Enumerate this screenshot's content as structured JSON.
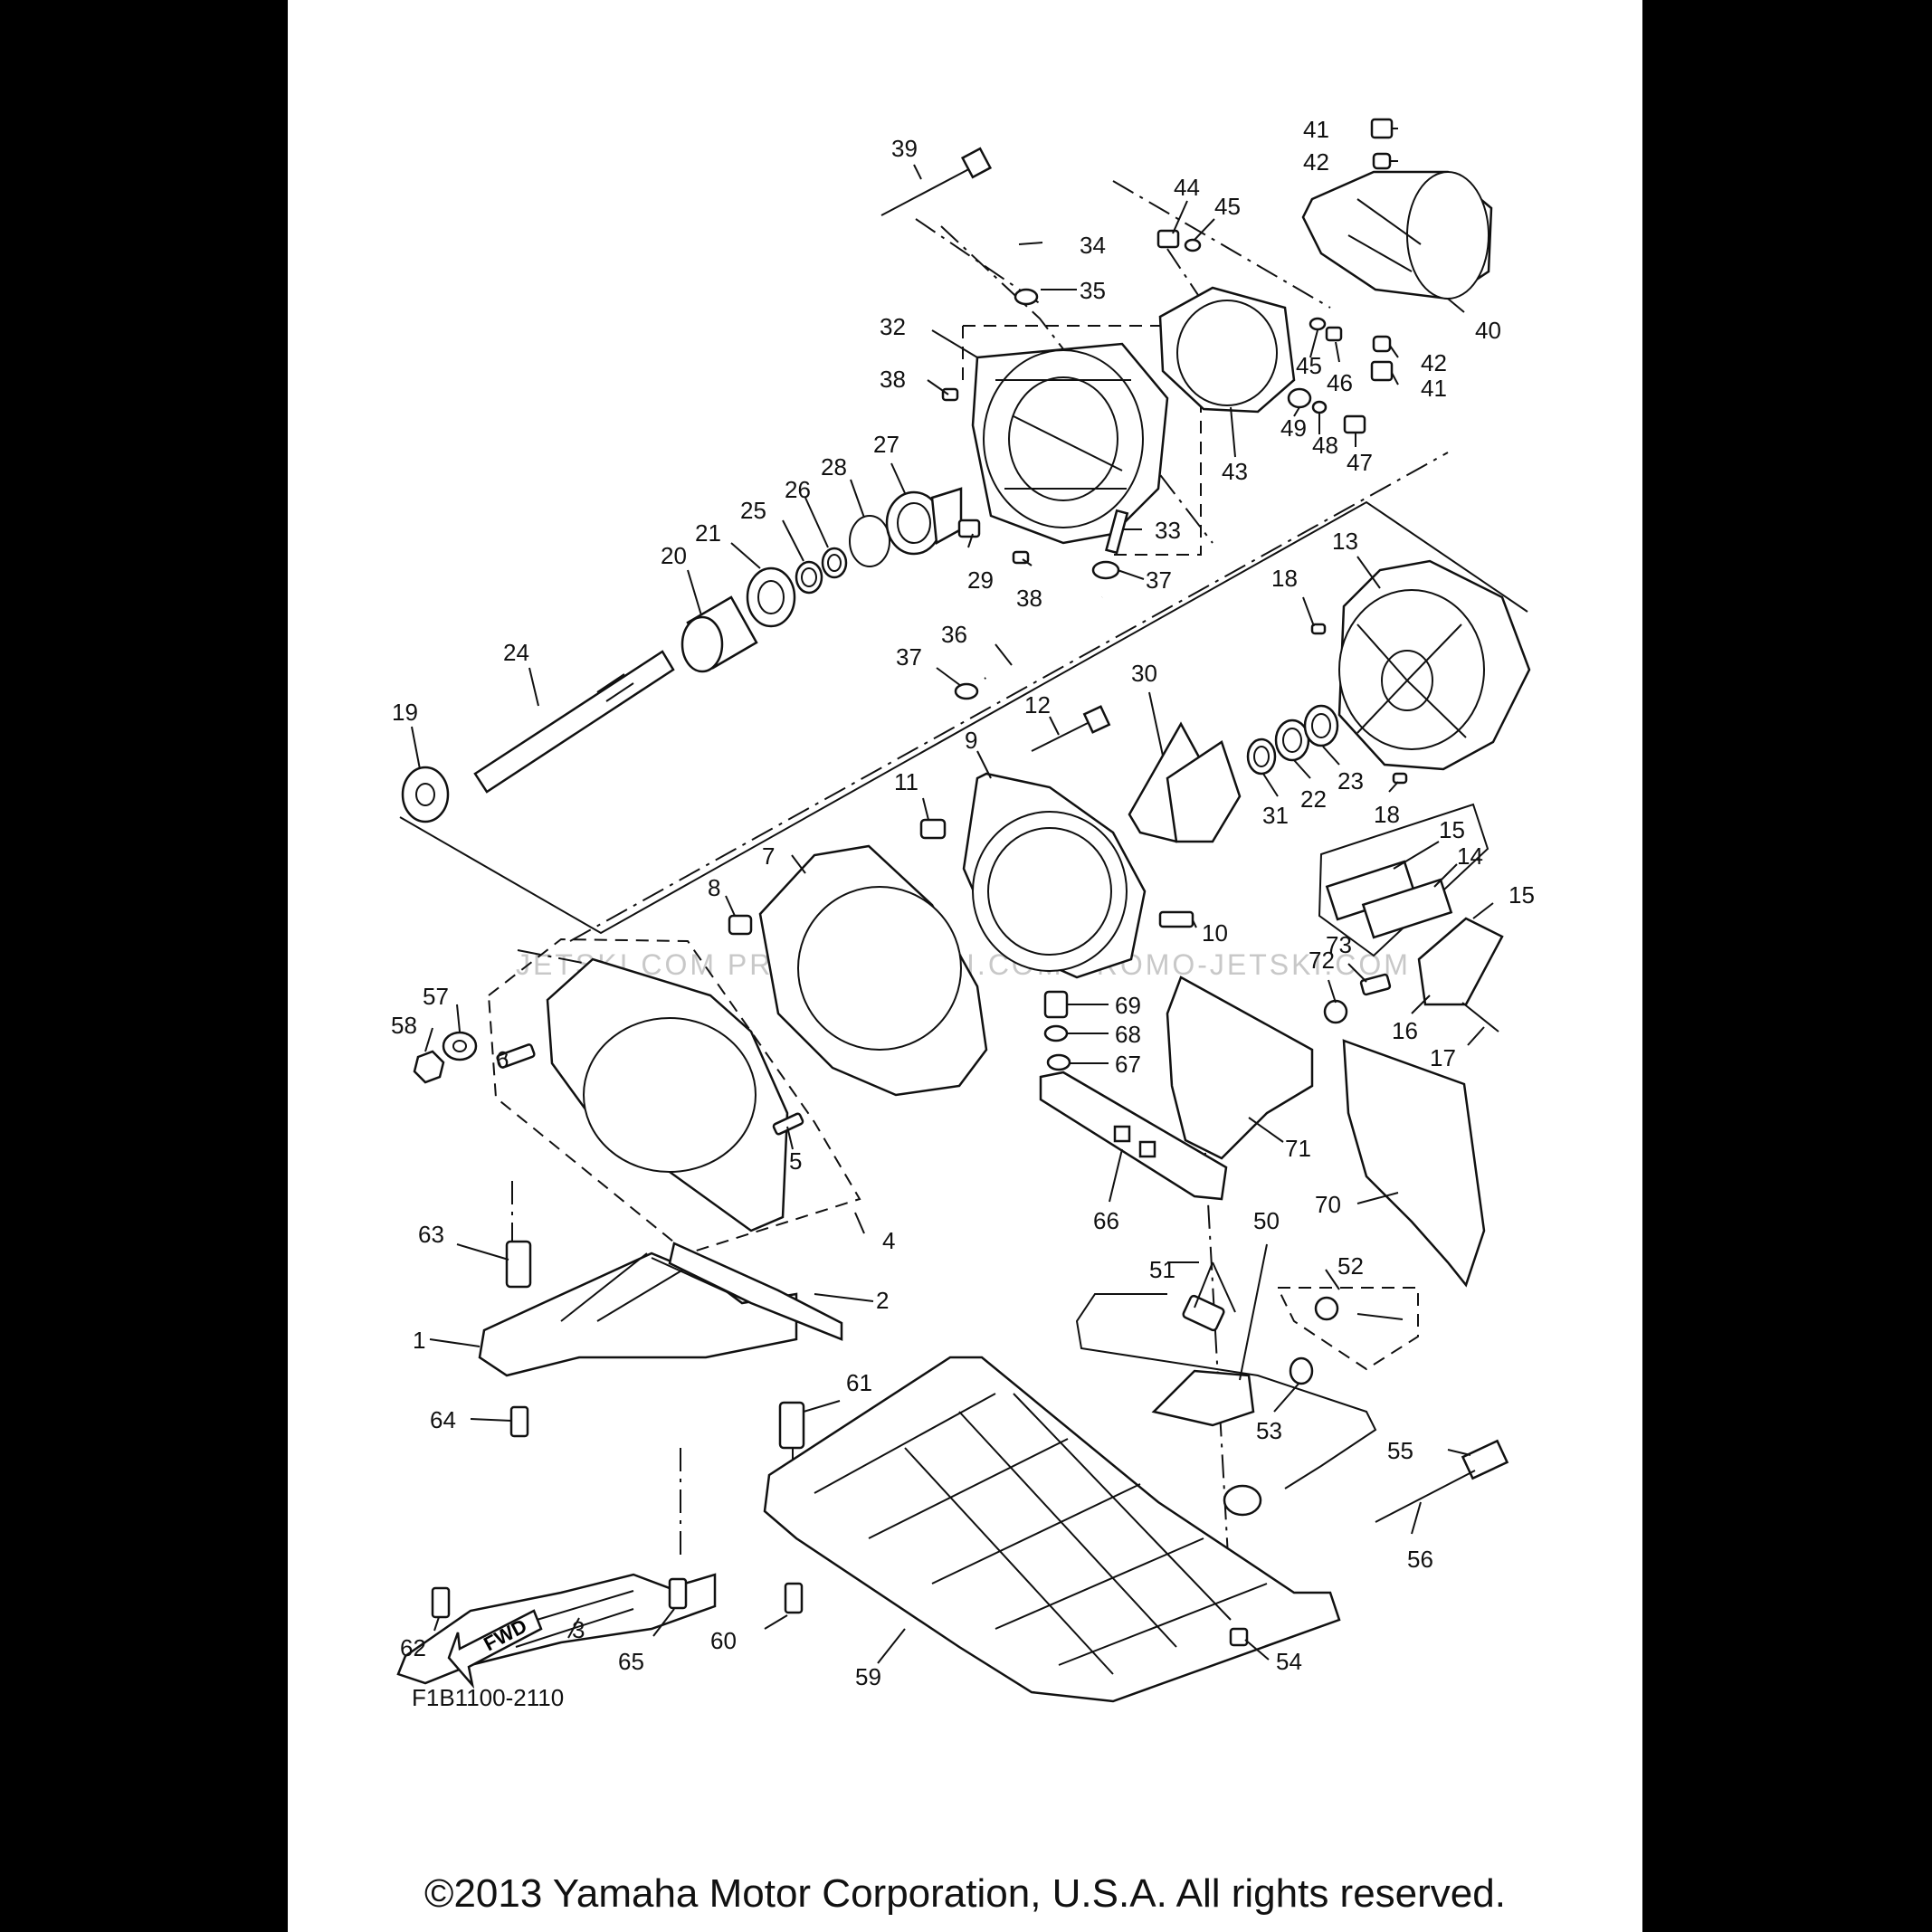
{
  "diagram": {
    "code": "F1B1100-2110",
    "copyright": "©2013 Yamaha Motor Corporation, U.S.A. All rights reserved.",
    "fwd_label": "FWD",
    "watermark": "JETSKI.COM   PROMO-JETSKI.COM   PROMO-JETSKI.COM"
  },
  "callouts": [
    {
      "id": "39",
      "text": "39"
    },
    {
      "id": "34",
      "text": "34"
    },
    {
      "id": "35",
      "text": "35"
    },
    {
      "id": "32",
      "text": "32"
    },
    {
      "id": "38a",
      "text": "38"
    },
    {
      "id": "27",
      "text": "27"
    },
    {
      "id": "28",
      "text": "28"
    },
    {
      "id": "26",
      "text": "26"
    },
    {
      "id": "25",
      "text": "25"
    },
    {
      "id": "21",
      "text": "21"
    },
    {
      "id": "20",
      "text": "20"
    },
    {
      "id": "29",
      "text": "29"
    },
    {
      "id": "38b",
      "text": "38"
    },
    {
      "id": "33",
      "text": "33"
    },
    {
      "id": "37a",
      "text": "37"
    },
    {
      "id": "44",
      "text": "44"
    },
    {
      "id": "45a",
      "text": "45"
    },
    {
      "id": "45b",
      "text": "45"
    },
    {
      "id": "46",
      "text": "46"
    },
    {
      "id": "43",
      "text": "43"
    },
    {
      "id": "49",
      "text": "49"
    },
    {
      "id": "48",
      "text": "48"
    },
    {
      "id": "47",
      "text": "47"
    },
    {
      "id": "41a",
      "text": "41"
    },
    {
      "id": "42a",
      "text": "42"
    },
    {
      "id": "40",
      "text": "40"
    },
    {
      "id": "42b",
      "text": "42"
    },
    {
      "id": "41b",
      "text": "41"
    },
    {
      "id": "13",
      "text": "13"
    },
    {
      "id": "18a",
      "text": "18"
    },
    {
      "id": "18b",
      "text": "18"
    },
    {
      "id": "24",
      "text": "24"
    },
    {
      "id": "19",
      "text": "19"
    },
    {
      "id": "36",
      "text": "36"
    },
    {
      "id": "37b",
      "text": "37"
    },
    {
      "id": "30",
      "text": "30"
    },
    {
      "id": "12",
      "text": "12"
    },
    {
      "id": "9",
      "text": "9"
    },
    {
      "id": "11",
      "text": "11"
    },
    {
      "id": "31",
      "text": "31"
    },
    {
      "id": "22",
      "text": "22"
    },
    {
      "id": "23",
      "text": "23"
    },
    {
      "id": "7",
      "text": "7"
    },
    {
      "id": "8",
      "text": "8"
    },
    {
      "id": "10",
      "text": "10"
    },
    {
      "id": "15a",
      "text": "15"
    },
    {
      "id": "14",
      "text": "14"
    },
    {
      "id": "15b",
      "text": "15"
    },
    {
      "id": "57",
      "text": "57"
    },
    {
      "id": "58",
      "text": "58"
    },
    {
      "id": "6",
      "text": "6"
    },
    {
      "id": "5",
      "text": "5"
    },
    {
      "id": "4",
      "text": "4"
    },
    {
      "id": "69",
      "text": "69"
    },
    {
      "id": "68",
      "text": "68"
    },
    {
      "id": "67",
      "text": "67"
    },
    {
      "id": "73",
      "text": "73"
    },
    {
      "id": "72",
      "text": "72"
    },
    {
      "id": "16",
      "text": "16"
    },
    {
      "id": "17",
      "text": "17"
    },
    {
      "id": "71",
      "text": "71"
    },
    {
      "id": "66",
      "text": "66"
    },
    {
      "id": "70",
      "text": "70"
    },
    {
      "id": "63",
      "text": "63"
    },
    {
      "id": "2",
      "text": "2"
    },
    {
      "id": "1",
      "text": "1"
    },
    {
      "id": "50",
      "text": "50"
    },
    {
      "id": "51",
      "text": "51"
    },
    {
      "id": "52",
      "text": "52"
    },
    {
      "id": "64",
      "text": "64"
    },
    {
      "id": "61",
      "text": "61"
    },
    {
      "id": "53",
      "text": "53"
    },
    {
      "id": "55",
      "text": "55"
    },
    {
      "id": "56",
      "text": "56"
    },
    {
      "id": "3",
      "text": "3"
    },
    {
      "id": "62",
      "text": "62"
    },
    {
      "id": "65",
      "text": "65"
    },
    {
      "id": "60",
      "text": "60"
    },
    {
      "id": "59",
      "text": "59"
    },
    {
      "id": "54",
      "text": "54"
    }
  ]
}
